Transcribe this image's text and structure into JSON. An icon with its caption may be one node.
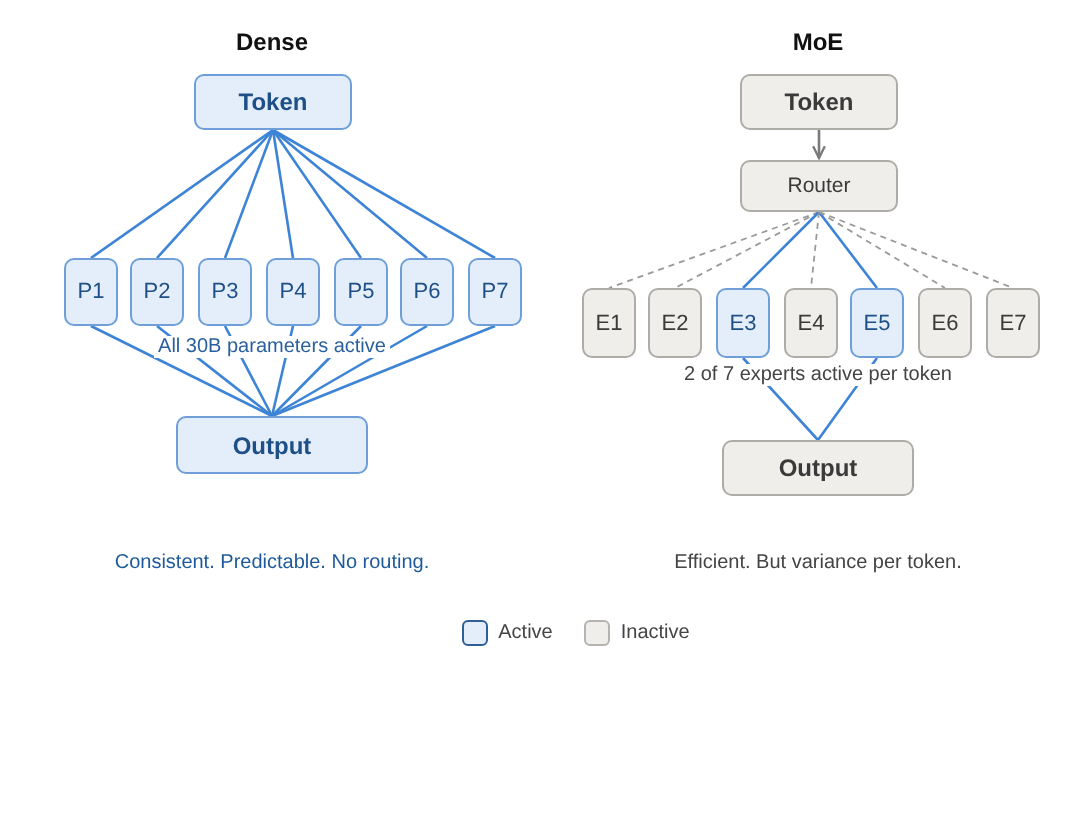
{
  "diagram": {
    "nodes": [
      {
        "text": [
          "Token"
        ]
      },
      {
        "text": [
          "P1"
        ]
      },
      {
        "text": [
          "P2"
        ]
      },
      {
        "text": [
          "P3"
        ]
      },
      {
        "text": [
          "P4"
        ]
      },
      {
        "text": [
          "P5"
        ]
      },
      {
        "text": [
          "P6"
        ]
      },
      {
        "text": [
          "P7"
        ]
      },
      {
        "text": [
          "Output"
        ]
      },
      {
        "text": [
          "Token"
        ]
      },
      {
        "text": [
          "Router"
        ]
      },
      {
        "text": [
          "E1"
        ]
      },
      {
        "text": [
          "E2"
        ]
      },
      {
        "text": [
          "E3"
        ]
      },
      {
        "text": [
          "E4"
        ]
      },
      {
        "text": [
          "E5"
        ]
      },
      {
        "text": [
          "E6"
        ]
      },
      {
        "text": [
          "E7"
        ]
      },
      {
        "text": [
          "Output"
        ]
      }
    ],
    "edges": [
      {
        "from": 0,
        "to": 1,
        "arrow": "none"
      },
      {
        "from": 0,
        "to": 2,
        "arrow": "none"
      },
      {
        "from": 0,
        "to": 3,
        "arrow": "none"
      },
      {
        "from": 0,
        "to": 4,
        "arrow": "none"
      },
      {
        "from": 0,
        "to": 5,
        "arrow": "none"
      },
      {
        "from": 0,
        "to": 6,
        "arrow": "none"
      },
      {
        "from": 0,
        "to": 7,
        "arrow": "none"
      },
      {
        "from": 1,
        "to": 8,
        "arrow": "none"
      },
      {
        "from": 2,
        "to": 8,
        "arrow": "none"
      },
      {
        "from": 3,
        "to": 8,
        "arrow": "none"
      },
      {
        "from": 4,
        "to": 8,
        "arrow": "none"
      },
      {
        "from": 5,
        "to": 8,
        "arrow": "none"
      },
      {
        "from": 6,
        "to": 8,
        "arrow": "none"
      },
      {
        "from": 7,
        "to": 8,
        "arrow": "none"
      },
      {
        "from": 9,
        "to": 10,
        "arrow": "to",
        "color": "#7a7a7a"
      },
      {
        "from": 10,
        "to": 11,
        "arrow": "none",
        "style": "dashed",
        "color": "#9a9a9a"
      },
      {
        "from": 10,
        "to": 12,
        "arrow": "none",
        "style": "dashed",
        "color": "#9a9a9a"
      },
      {
        "from": 10,
        "to": 13,
        "arrow": "none"
      },
      {
        "from": 10,
        "to": 14,
        "arrow": "none",
        "style": "dashed",
        "color": "#9a9a9a"
      },
      {
        "from": 10,
        "to": 15,
        "arrow": "none"
      },
      {
        "from": 10,
        "to": 16,
        "arrow": "none",
        "style": "dashed",
        "color": "#9a9a9a"
      },
      {
        "from": 10,
        "to": 17,
        "arrow": "none",
        "style": "dashed",
        "color": "#9a9a9a"
      },
      {
        "from": 13,
        "to": 18,
        "arrow": "none"
      },
      {
        "from": 15,
        "to": 18,
        "arrow": "none"
      }
    ],
    "labels": [
      "Dense",
      "MoE",
      "All 30B parameters active",
      "2 of 7 experts active per token",
      "Consistent. Predictable. No routing.",
      "Efficient. But variance per token."
    ],
    "legend": [
      {
        "text": "Active",
        "color": "#e3eefa"
      },
      {
        "text": "Inactive",
        "color": "#efeeea"
      }
    ]
  }
}
